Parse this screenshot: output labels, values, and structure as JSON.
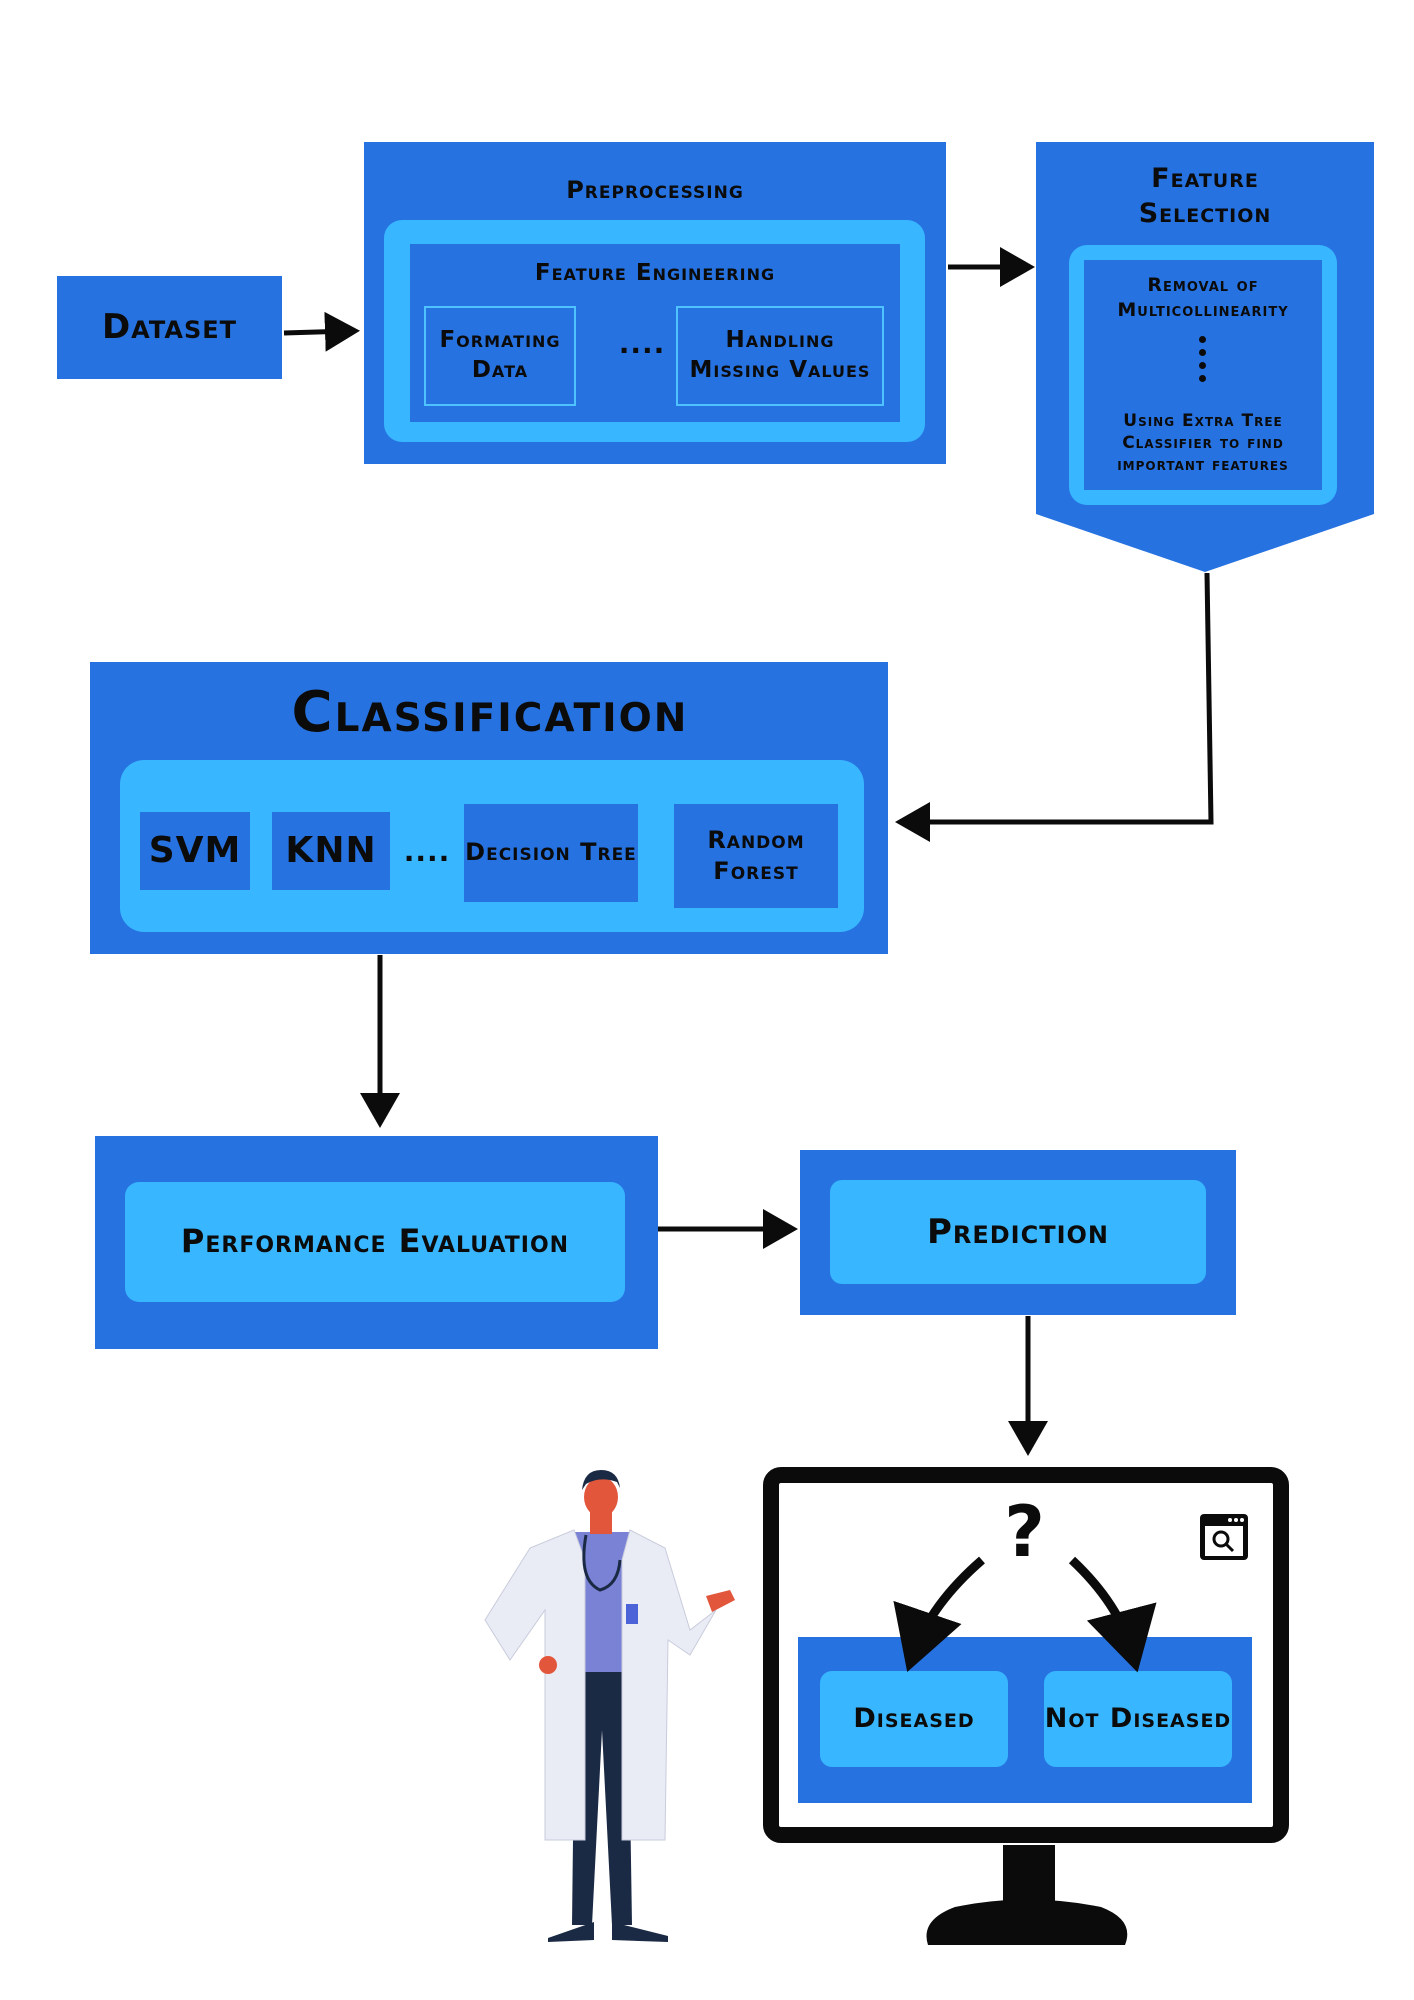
{
  "dataset": {
    "label": "Dataset"
  },
  "preprocessing": {
    "title": "Preprocessing",
    "feature_engineering": "Feature Engineering",
    "formating_data": "Formating Data",
    "ellipsis": "....",
    "handling_missing": "Handling Missing Values"
  },
  "feature_selection": {
    "title": "Feature Selection",
    "removal": "Removal of Multicollinearity",
    "extra_tree": "Using Extra Tree Classifier to find important features"
  },
  "classification": {
    "title": "Classification",
    "svm": "SVM",
    "knn": "KNN",
    "ellipsis": "....",
    "decision_tree": "Decision Tree",
    "random_forest": "Random Forest"
  },
  "performance": {
    "label": "Performance Evaluation"
  },
  "prediction": {
    "label": "Prediction"
  },
  "monitor": {
    "question": "?",
    "diseased": "Diseased",
    "not_diseased": "Not Diseased",
    "search_icon": "search-window-icon"
  },
  "colors": {
    "primary": "#2672e0",
    "accent": "#38b6ff",
    "text": "#0b0b0b"
  }
}
